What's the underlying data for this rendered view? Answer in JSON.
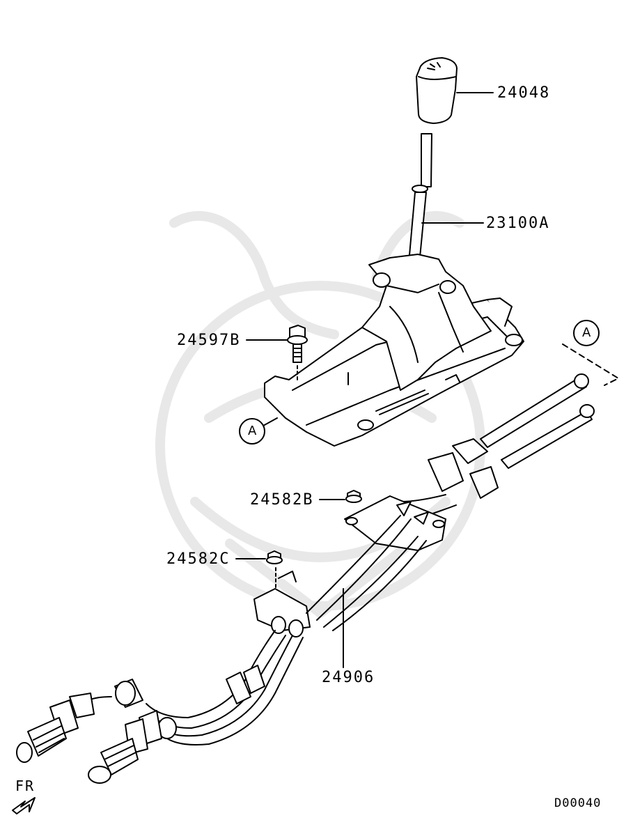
{
  "labels": {
    "knob": "24048",
    "lever": "23100A",
    "bolt": "24597B",
    "nut_upper": "24582B",
    "nut_lower": "24582C",
    "cable": "24906"
  },
  "ref_marks": {
    "left": "A",
    "right": "A"
  },
  "direction": "FR",
  "diagram_code": "D00040"
}
